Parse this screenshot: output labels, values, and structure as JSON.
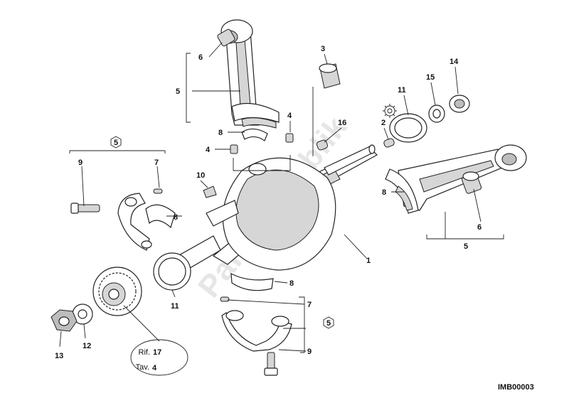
{
  "callouts": {
    "c1": "1",
    "c2": "2",
    "c3": "3",
    "c4a": "4",
    "c4b": "4",
    "c5a": "5",
    "c5b": "5",
    "c5c": "5",
    "c5d": "5",
    "c6a": "6",
    "c6b": "6",
    "c7a": "7",
    "c7b": "7",
    "c8a": "8",
    "c8b": "8",
    "c8c": "8",
    "c8d": "8",
    "c9a": "9",
    "c9b": "9",
    "c10": "10",
    "c11a": "11",
    "c11b": "11",
    "c12": "12",
    "c13": "13",
    "c14": "14",
    "c15": "15",
    "c16": "16"
  },
  "reference": {
    "rif_label": "Rif.",
    "rif_value": "17",
    "tav_label": "Tav.",
    "tav_value": "4"
  },
  "drawing_code": "IMB00003",
  "watermark": "PartsRepublik"
}
